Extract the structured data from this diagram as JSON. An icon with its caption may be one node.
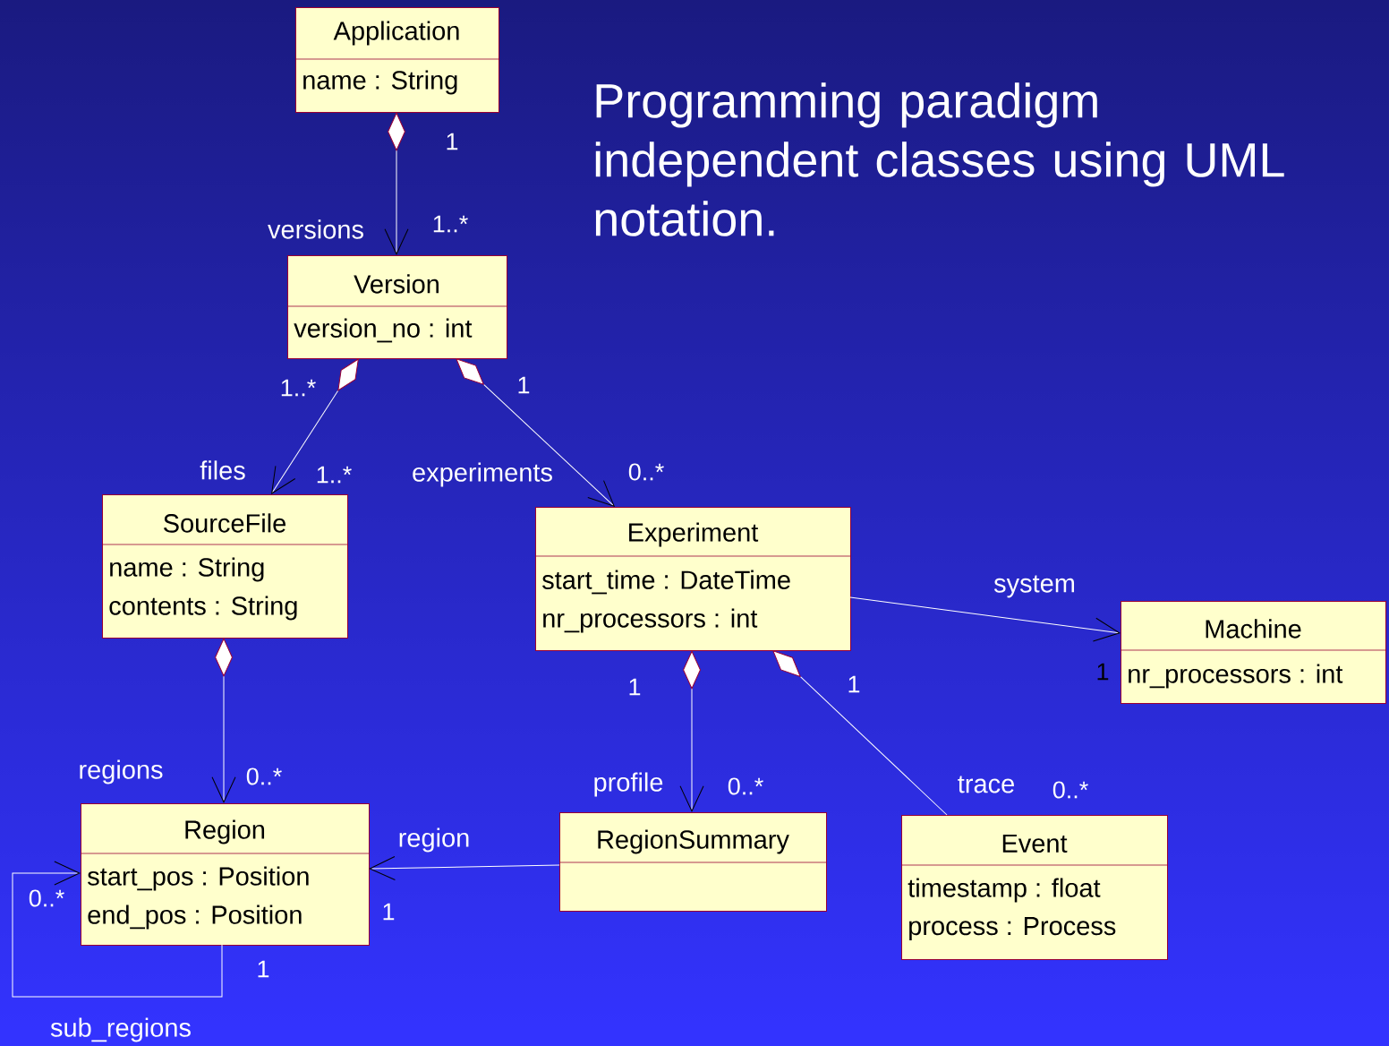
{
  "diagram": {
    "title": "Programming paradigm independent classes using UML notation.",
    "nodes": [
      {
        "text": [
          "Application",
          "name : String"
        ]
      },
      {
        "text": [
          "Version",
          "version_no : int"
        ]
      },
      {
        "text": [
          "SourceFile",
          "name : String",
          "contents : String"
        ]
      },
      {
        "text": [
          "Experiment",
          "start_time : DateTime",
          "nr_processors : int"
        ]
      },
      {
        "text": [
          "Machine",
          "nr_processors : int"
        ]
      },
      {
        "text": [
          "Region",
          "start_pos : Position",
          "end_pos : Position"
        ]
      },
      {
        "text": [
          "RegionSummary"
        ]
      },
      {
        "text": [
          "Event",
          "timestamp : float",
          "process : Process"
        ]
      }
    ],
    "edges": [
      {
        "from": 0,
        "to": 1,
        "arrow": "to",
        "label": "versions"
      },
      {
        "from": 1,
        "to": 2,
        "arrow": "to",
        "label": "files"
      },
      {
        "from": 1,
        "to": 3,
        "arrow": "to",
        "label": "experiments"
      },
      {
        "from": 3,
        "to": 4,
        "arrow": "to",
        "label": "system"
      },
      {
        "from": 3,
        "to": 6,
        "arrow": "to",
        "label": "profile"
      },
      {
        "from": 3,
        "to": 7,
        "arrow": "other",
        "label": "trace"
      },
      {
        "from": 6,
        "to": 5,
        "arrow": "to",
        "label": "region"
      },
      {
        "from": 5,
        "to": 5,
        "arrow": "to",
        "label": "sub_regions"
      },
      {
        "from": 2,
        "to": 5,
        "arrow": "to",
        "label": "regions"
      }
    ],
    "labels": [
      "1",
      "1..*",
      "1..*",
      "1",
      "1..*",
      "0..*",
      "1",
      "1",
      "1",
      "0..*",
      "0..*",
      "0..*",
      "0..*",
      "1",
      "1"
    ]
  }
}
